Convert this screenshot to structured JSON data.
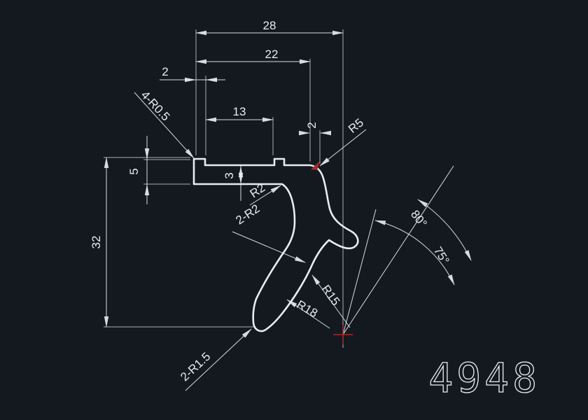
{
  "title": "4948",
  "colors": {
    "background": "#141920",
    "line": "#e8ecf1",
    "accent": "#a02c2c"
  },
  "labels": {
    "dim_28": "28",
    "dim_22": "22",
    "dim_2_top": "2",
    "dim_13": "13",
    "dim_2_right": "2",
    "dim_5": "5",
    "dim_3": "3",
    "dim_32": "32",
    "radius_4_r05": "4-R0.5",
    "radius_r2": "R2",
    "radius_2_r2": "2-R2",
    "radius_r5": "R5",
    "radius_r15": "R15",
    "radius_r18": "R18",
    "radius_2_r15": "2-R1.5",
    "angle_80": "80°",
    "angle_75": "75°"
  }
}
